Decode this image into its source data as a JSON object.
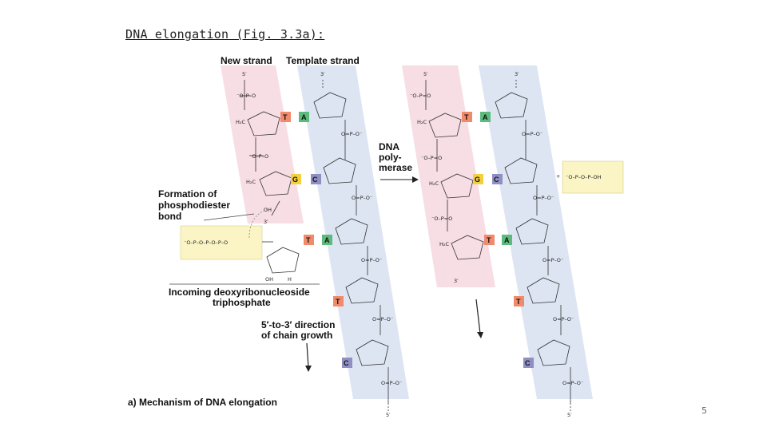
{
  "slide": {
    "title": "DNA elongation (Fig. 3.3a):",
    "page_number": "5"
  },
  "figure": {
    "header_new_strand": "New strand",
    "header_template_strand": "Template strand",
    "five_prime": "5′",
    "three_prime": "3′",
    "formation_line1": "Formation of",
    "formation_line2": "phosphodiester",
    "formation_line3": "bond",
    "incoming_line1": "Incoming deoxyribonucleoside",
    "incoming_line2": "triphosphate",
    "direction_line1": "5′-to-3′ direction",
    "direction_line2": "of chain growth",
    "enzyme_line1": "DNA",
    "enzyme_line2": "poly-",
    "enzyme_line3": "merase",
    "caption": "a) Mechanism of DNA elongation",
    "pyrophosphate": "⁻O–P–O–P–OH",
    "colors": {
      "new_strand_band": "#f7dde4",
      "template_band": "#dde5f3",
      "T": "#f08a6a",
      "A": "#5cba7d",
      "G": "#f4d03f",
      "C": "#8f8fc4",
      "phosphate_box": "#fbf4c4"
    }
  }
}
